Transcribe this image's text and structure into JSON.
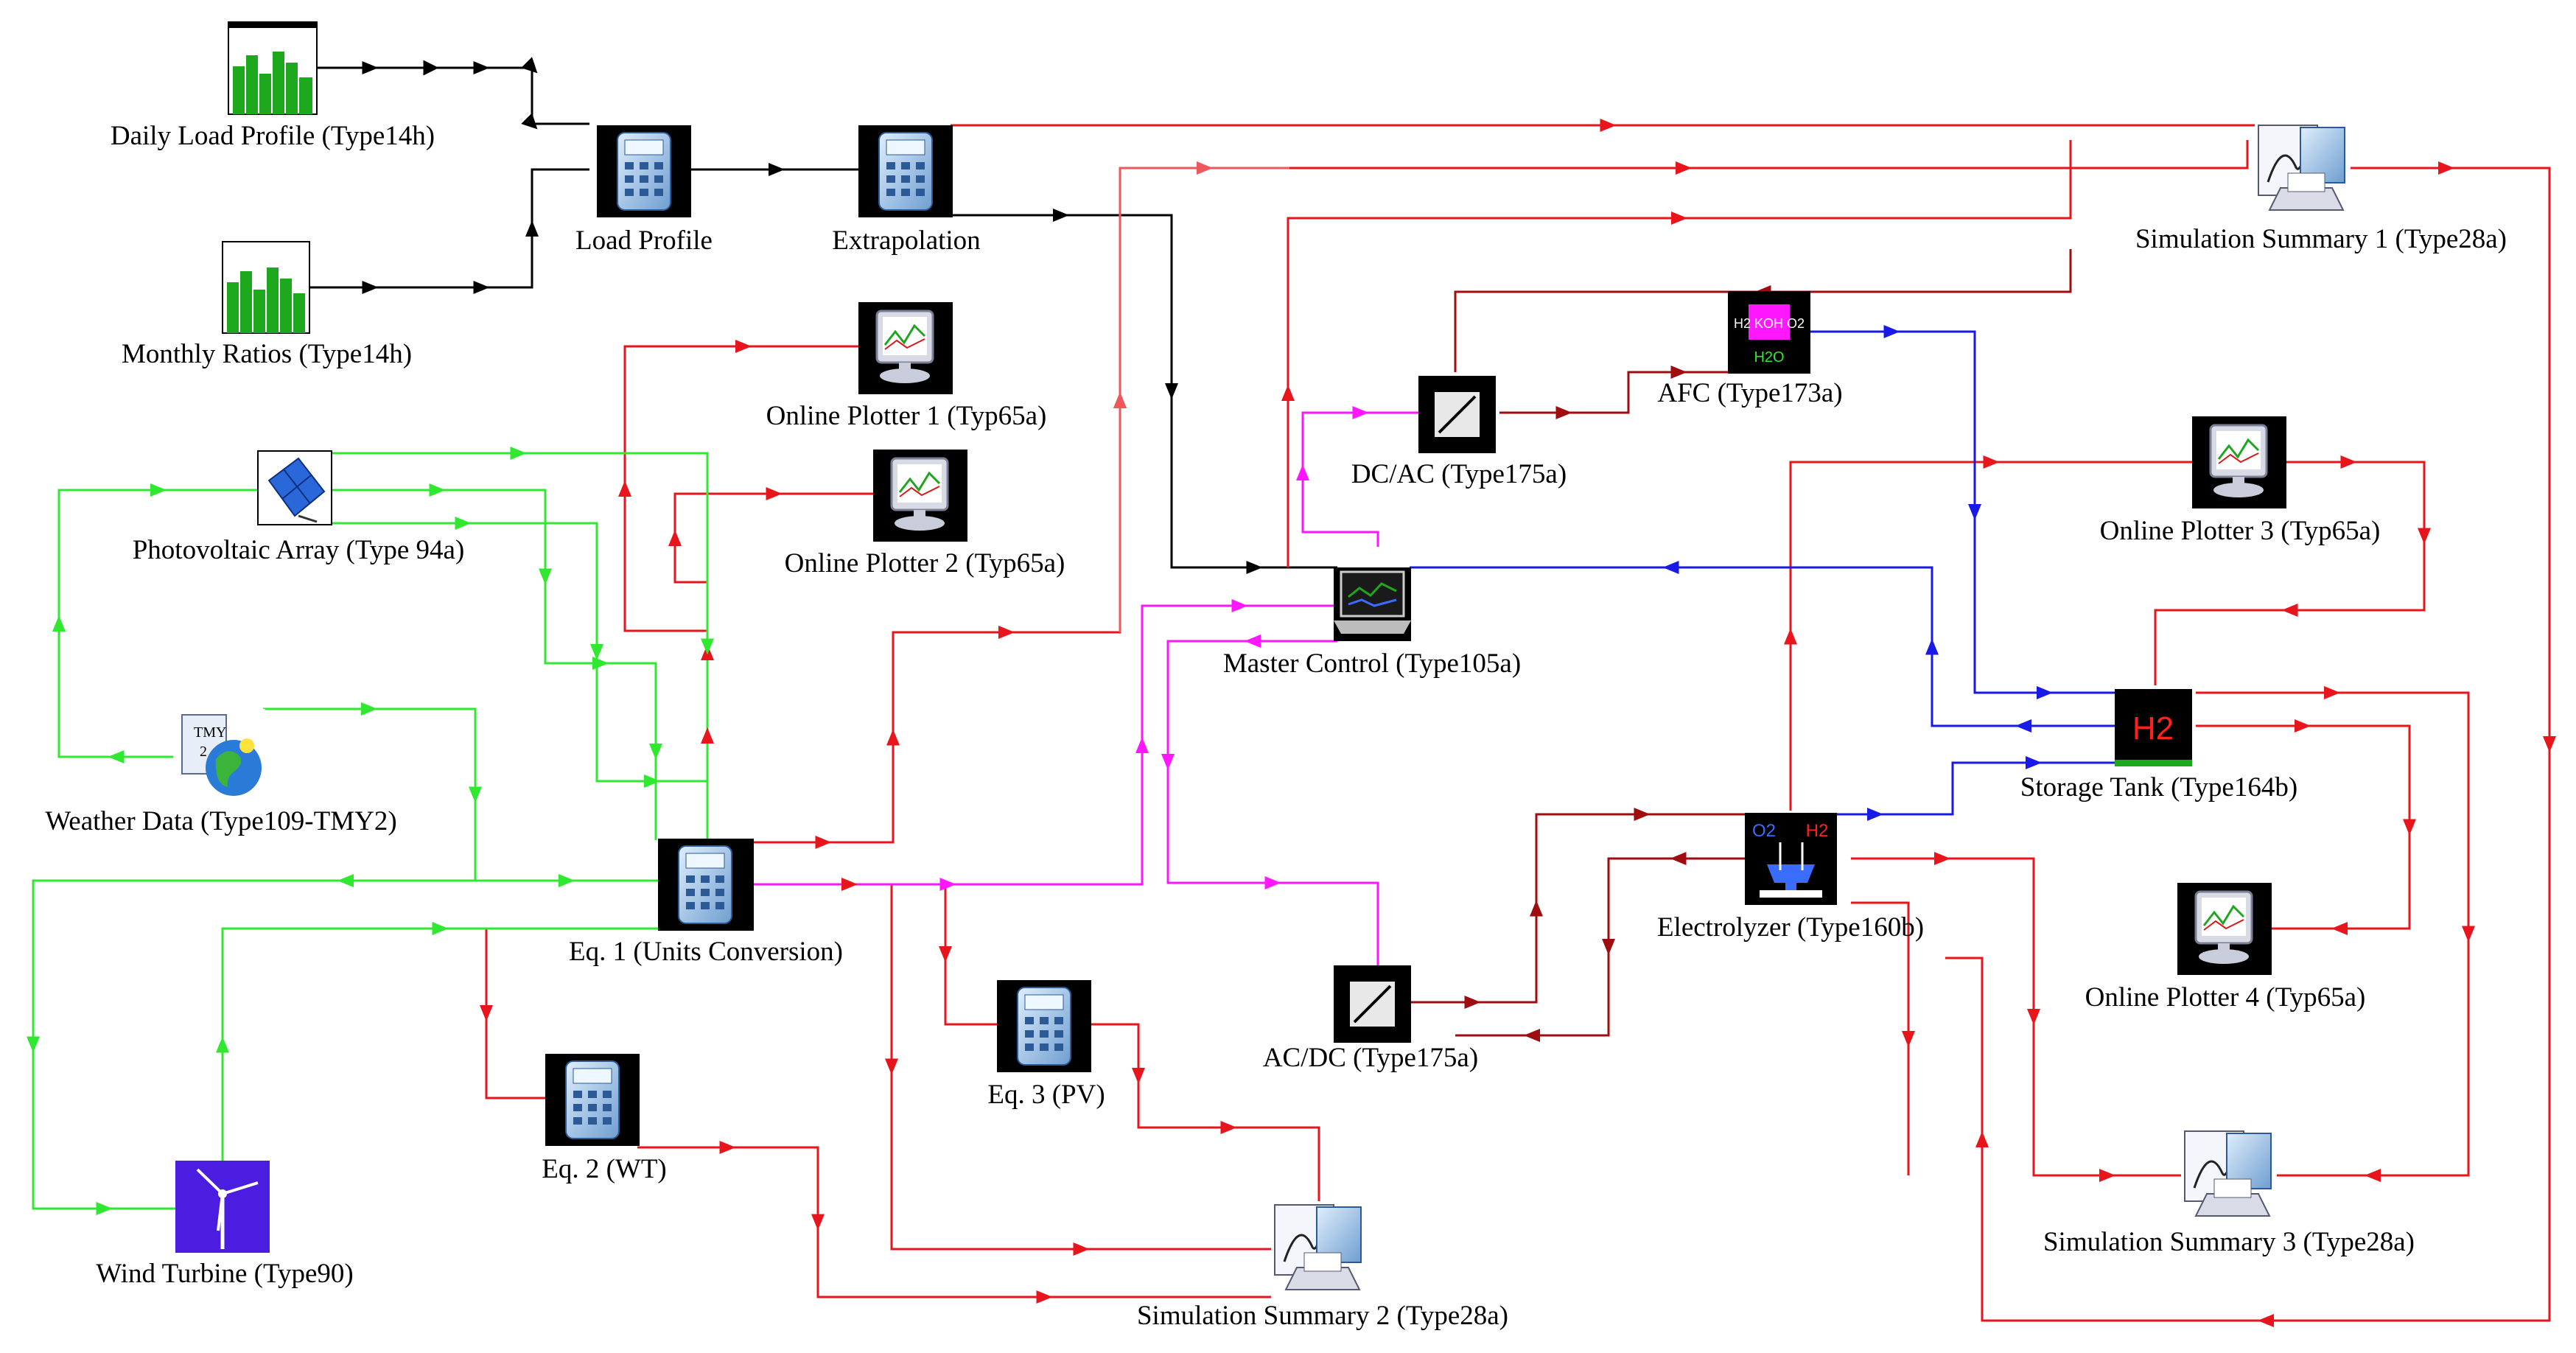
{
  "title": "",
  "colors": {
    "red": "#e8161c",
    "pink": "#f0575c",
    "darkred": "#a00d10",
    "green": "#2fe82f",
    "magenta": "#ff17ff",
    "blue": "#1a1ae8",
    "black": "#000000"
  },
  "nodes": {
    "daily_load_profile": {
      "label": "Daily Load Profile (Type14h)",
      "icon": "bar-chart-icon"
    },
    "monthly_ratios": {
      "label": "Monthly Ratios (Type14h)",
      "icon": "bar-chart-icon"
    },
    "load_profile": {
      "label": "Load Profile",
      "icon": "calculator-icon"
    },
    "extrapolation": {
      "label": "Extrapolation",
      "icon": "calculator-icon"
    },
    "online_plotter_1": {
      "label": "Online Plotter 1 (Typ65a)",
      "icon": "monitor-icon"
    },
    "online_plotter_2": {
      "label": "Online Plotter 2 (Typ65a)",
      "icon": "monitor-icon"
    },
    "photovoltaic_array": {
      "label": "Photovoltaic Array (Type 94a)",
      "icon": "solar-panel-icon"
    },
    "weather_data": {
      "label": "Weather Data (Type109-TMY2)",
      "icon": "globe-icon"
    },
    "eq1": {
      "label": "Eq. 1 (Units Conversion)",
      "icon": "calculator-icon"
    },
    "eq2": {
      "label": "Eq. 2 (WT)",
      "icon": "calculator-icon"
    },
    "eq3": {
      "label": "Eq. 3 (PV)",
      "icon": "calculator-icon"
    },
    "wind_turbine": {
      "label": "Wind Turbine (Type90)",
      "icon": "wind-turbine-icon"
    },
    "simulation_summary_1": {
      "label": "Simulation Summary 1 (Type28a)",
      "icon": "printer-icon"
    },
    "simulation_summary_2": {
      "label": "Simulation Summary 2 (Type28a)",
      "icon": "printer-icon"
    },
    "simulation_summary_3": {
      "label": "Simulation Summary 3 (Type28a)",
      "icon": "printer-icon"
    },
    "dc_ac": {
      "label": "DC/AC (Type175a)",
      "icon": "converter-icon"
    },
    "ac_dc": {
      "label": "AC/DC (Type175a)",
      "icon": "converter-icon"
    },
    "afc": {
      "label": "AFC (Type173a)",
      "icon": "fuel-cell-icon",
      "glyph_top": "H2 KOH O2",
      "glyph_bottom": "H2O"
    },
    "master_control": {
      "label": "Master Control (Type105a)",
      "icon": "laptop-icon"
    },
    "online_plotter_3": {
      "label": "Online Plotter 3 (Typ65a)",
      "icon": "monitor-icon"
    },
    "online_plotter_4": {
      "label": "Online Plotter 4 (Typ65a)",
      "icon": "monitor-icon"
    },
    "storage_tank": {
      "label": "Storage Tank (Type164b)",
      "icon": "hydrogen-tank-icon",
      "glyph": "H2"
    },
    "electrolyzer": {
      "label": "Electrolyzer (Type160b)",
      "icon": "electrolyzer-icon",
      "glyph_left": "O2",
      "glyph_right": "H2"
    }
  }
}
